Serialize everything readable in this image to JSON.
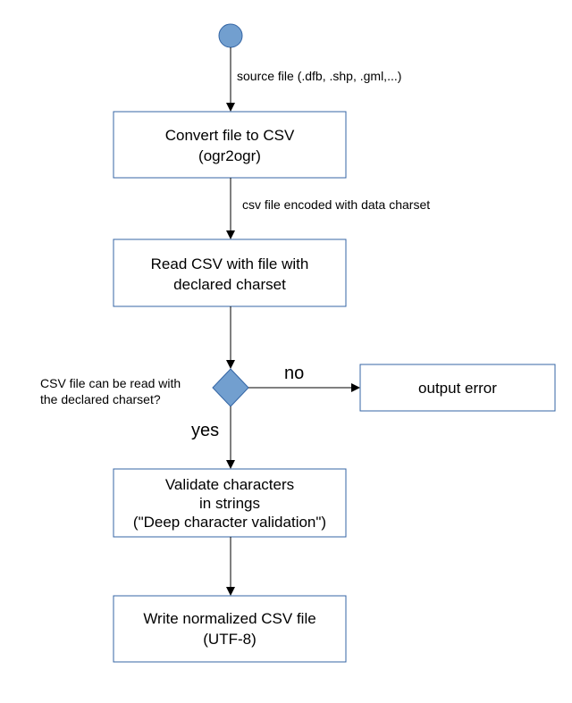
{
  "colors": {
    "box_border": "#3465a4",
    "node_fill": "#729fcf",
    "node_stroke": "#3465a4",
    "arrow": "#000000"
  },
  "edges": {
    "source": "source file (.dfb, .shp, .gml,...)",
    "csv": "csv file encoded with data charset"
  },
  "nodes": {
    "convert": {
      "line1": "Convert file to CSV",
      "line2": "(ogr2ogr)"
    },
    "read": {
      "line1": "Read CSV with file with",
      "line2": "declared charset"
    },
    "validate": {
      "line1": "Validate characters",
      "line2": "in strings",
      "line3": "(\"Deep character validation\")"
    },
    "write": {
      "line1": "Write normalized CSV file",
      "line2": "(UTF-8)"
    },
    "error": {
      "label": "output error"
    }
  },
  "decision": {
    "line1": "CSV file can be read with",
    "line2": "the declared charset?",
    "no_label": "no",
    "yes_label": "yes"
  }
}
